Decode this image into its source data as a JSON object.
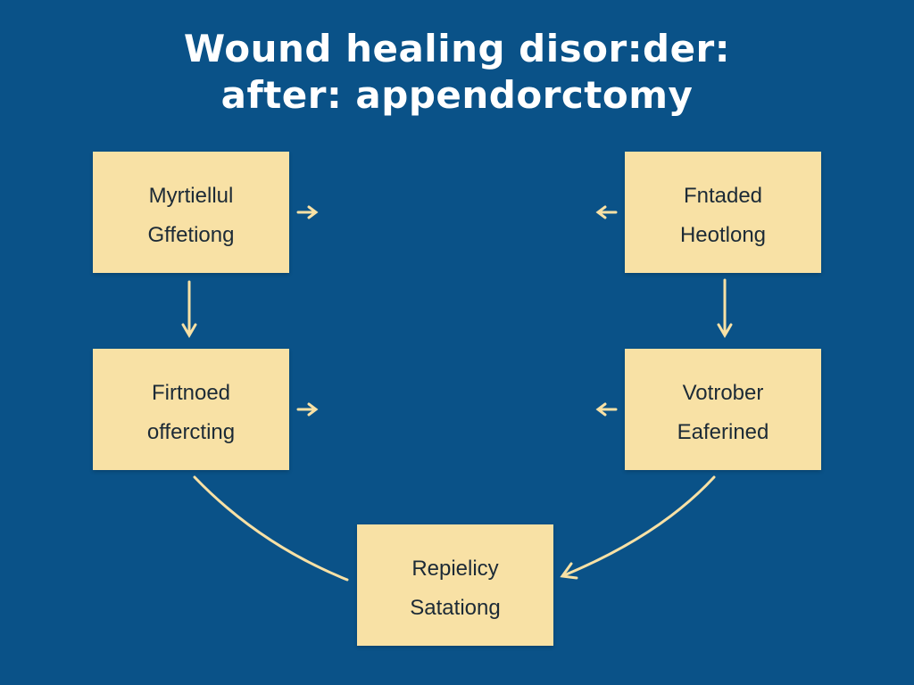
{
  "title": {
    "line1": "Wound healing disor:der:",
    "line2": "after: appendorctomy"
  },
  "colors": {
    "background": "#0a5288",
    "box_fill": "#f8e1a5",
    "connector": "#f8e1a5",
    "title_text": "#ffffff"
  },
  "boxes": {
    "top_left": {
      "line1": "Myrtiellul",
      "line2": "Gffetiong"
    },
    "top_right": {
      "line1": "Fntaded",
      "line2": "Heotlong"
    },
    "middle_left": {
      "line1": "Firtnoed",
      "line2": "offercting"
    },
    "middle_right": {
      "line1": "Votrober",
      "line2": "Eaferined"
    },
    "bottom": {
      "line1": "Repielicy",
      "line2": "Satationg"
    }
  }
}
